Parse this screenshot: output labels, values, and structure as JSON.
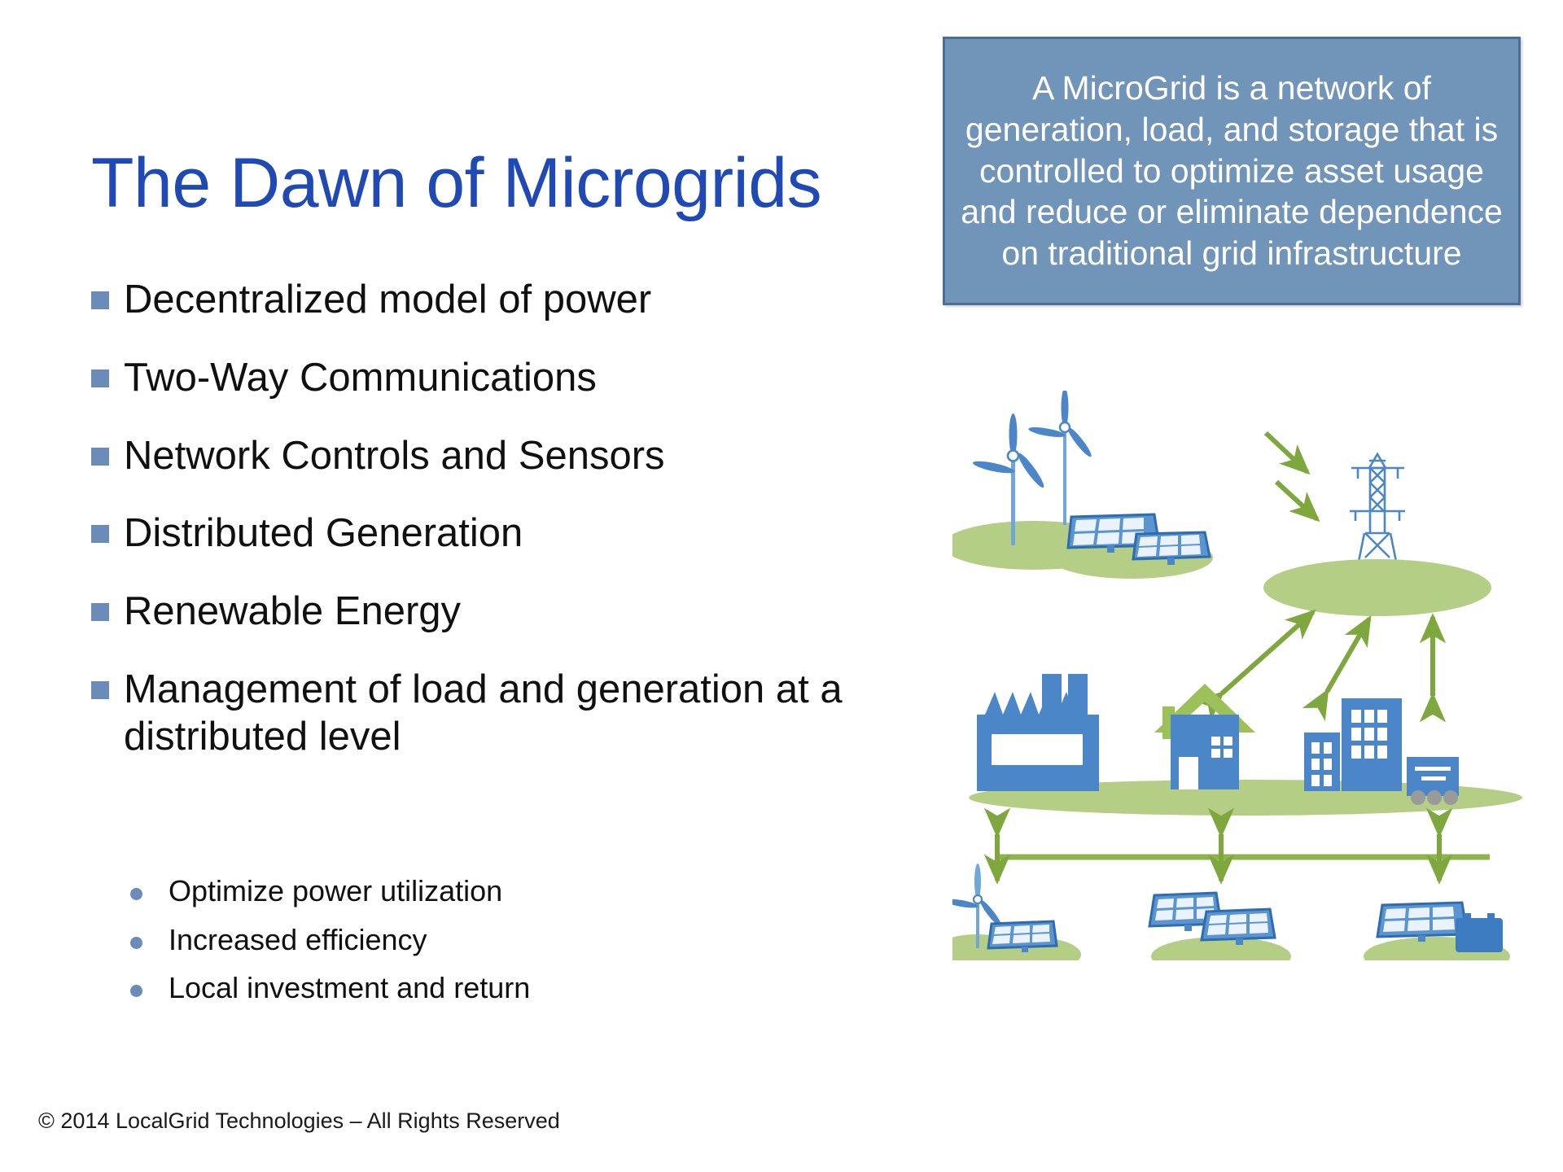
{
  "slide": {
    "title": "The Dawn of Microgrids",
    "footer": "© 2014 LocalGrid Technologies – All Rights Reserved",
    "title_color": "#1F49B5",
    "bullet_color": "#6B8CB8",
    "accent_blue": "#4A86C8",
    "accent_green": "#9CC05A",
    "box_fill": "#7194B9",
    "box_border": "#4A6E95"
  },
  "bullets": [
    {
      "text": "Decentralized model of power"
    },
    {
      "text": "Two-Way Communications"
    },
    {
      "text": "Network Controls and Sensors"
    },
    {
      "text": "Distributed Generation"
    },
    {
      "text": "Renewable Energy"
    },
    {
      "text": "Management of load and generation at a distributed level"
    }
  ],
  "sub_bullets": [
    {
      "text": "Optimize power utilization"
    },
    {
      "text": "Increased efficiency"
    },
    {
      "text": "Local investment and return"
    }
  ],
  "definition_box": {
    "text": "A MicroGrid is a network of generation, load, and storage that is controlled to optimize asset usage and reduce or eliminate dependence on traditional grid infrastructure"
  },
  "diagram": {
    "elements": [
      {
        "name": "wind-turbine-large",
        "type": "generation"
      },
      {
        "name": "wind-turbine-small",
        "type": "generation"
      },
      {
        "name": "solar-panel-array-top",
        "type": "generation"
      },
      {
        "name": "transmission-tower",
        "type": "grid"
      },
      {
        "name": "factory",
        "type": "load"
      },
      {
        "name": "house",
        "type": "load"
      },
      {
        "name": "office-buildings",
        "type": "load"
      },
      {
        "name": "delivery-truck",
        "type": "load"
      },
      {
        "name": "wind-turbine-bottom",
        "type": "generation"
      },
      {
        "name": "solar-panel-bottom-left",
        "type": "generation"
      },
      {
        "name": "solar-panel-bottom-center",
        "type": "generation"
      },
      {
        "name": "solar-panel-bottom-right",
        "type": "generation"
      },
      {
        "name": "battery-storage",
        "type": "storage"
      },
      {
        "name": "distribution-bus",
        "type": "network"
      }
    ]
  }
}
